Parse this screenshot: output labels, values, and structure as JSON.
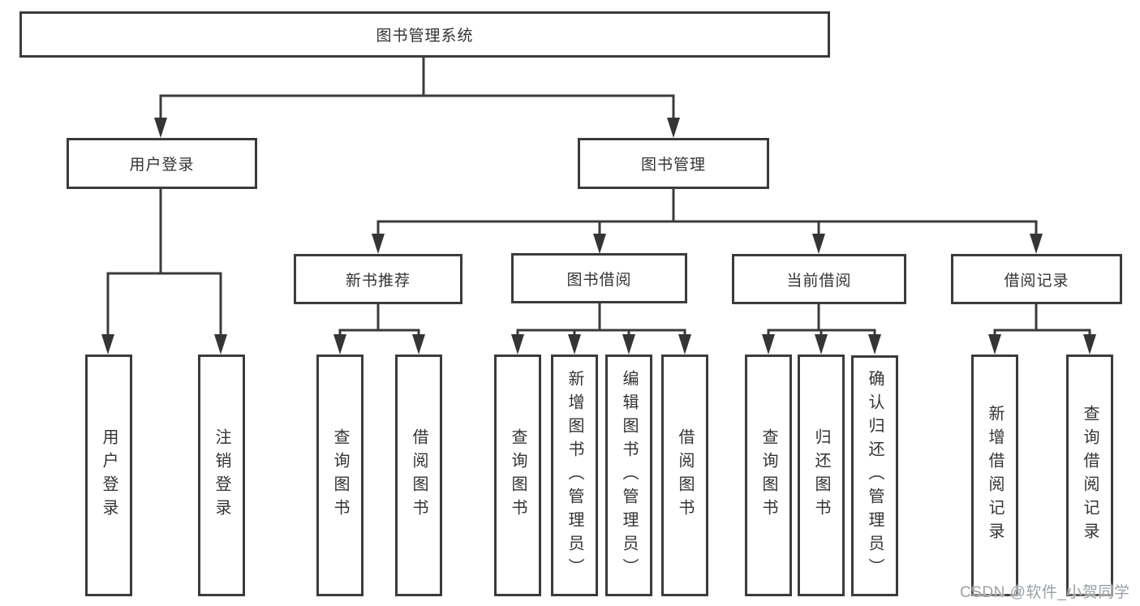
{
  "diagram": {
    "line_color": "#3b3b3b",
    "root": {
      "label": "图书管理系统"
    },
    "level2": {
      "user_login": {
        "label": "用户登录"
      },
      "book_mgmt": {
        "label": "图书管理"
      }
    },
    "level3": {
      "new_books": {
        "label": "新书推荐"
      },
      "borrow": {
        "label": "图书借阅"
      },
      "current": {
        "label": "当前借阅"
      },
      "records": {
        "label": "借阅记录"
      }
    },
    "leaves": {
      "user_login": [
        "用户登录",
        "注销登录"
      ],
      "new_books": [
        "查询图书",
        "借阅图书"
      ],
      "borrow": [
        "查询图书",
        "新增图书（管理员）",
        "编辑图书（管理员）",
        "借阅图书"
      ],
      "current": [
        "查询图书",
        "归还图书",
        "确认归还（管理员）"
      ],
      "records": [
        "新增借阅记录",
        "查询借阅记录"
      ]
    }
  },
  "watermark": {
    "text": "CSDN @软件_小贺同学"
  }
}
